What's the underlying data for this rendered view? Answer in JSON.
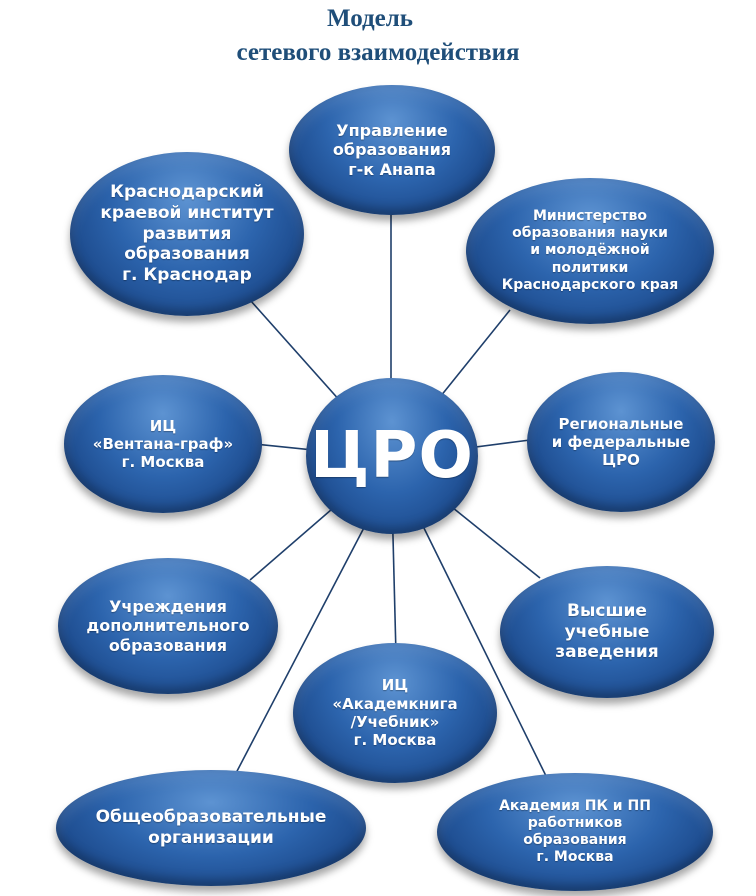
{
  "title": {
    "line1": "Модель",
    "line2": "сетевого взаимодействия"
  },
  "center": {
    "label": "ЦРО"
  },
  "nodes": {
    "upravlenie": "Управление\nобразования\nг-к Анапа",
    "kkidpo": "Краснодарский\nкраевой институт\nразвития\nобразования\nг. Краснодар",
    "ministry": "Министерство\nобразования науки\nи молодёжной\nполитики\nКраснодарского края",
    "ventana": "ИЦ\n«Вентана-граф»\nг. Москва",
    "regional": "Региональные\nи федеральные\nЦРО",
    "dop": "Учреждения\nдополнительного\nобразования",
    "vuz": "Высшие\nучебные\nзаведения",
    "akademkniga": "ИЦ\n«Академкнига\n/Учебник»\nг. Москва",
    "obsh": "Общеобразовательные\nорганизации",
    "akademiya": "Академия ПК и ПП\nработников\nобразования\nг. Москва"
  },
  "colors": {
    "node_fill": "#2c64ad",
    "line": "#1f3f6b",
    "title": "#1f4e79"
  }
}
